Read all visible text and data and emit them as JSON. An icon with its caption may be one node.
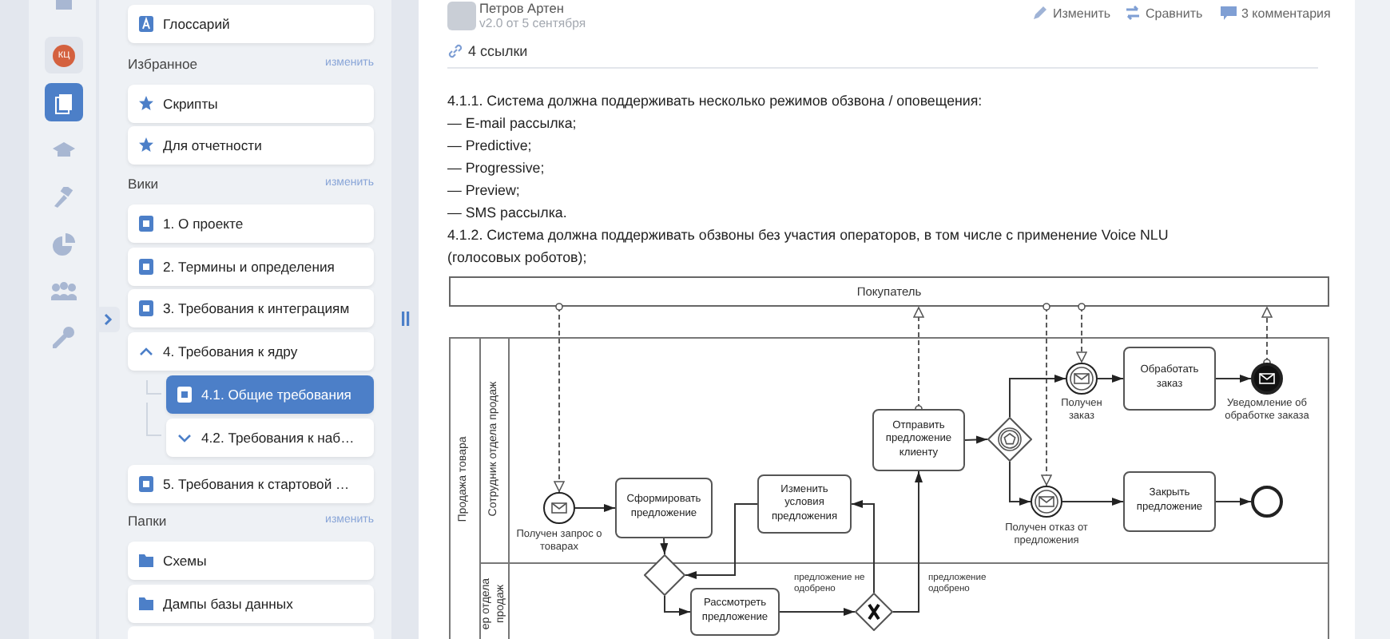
{
  "diagram": {
    "nodes": [
      {
        "text": [
          "Покупатель"
        ]
      },
      {
        "text": [
          "Продажа товара"
        ]
      },
      {
        "text": [
          "Сотрудник отдела продаж"
        ],
        "in": 1
      },
      {
        "text": [
          "ер отдела продаж"
        ],
        "in": 1
      },
      {
        "text": [],
        "shape": "circle",
        "beside": [
          "Получен запрос о товарах"
        ],
        "in": 2
      },
      {
        "text": [
          "Сформировать предложение"
        ],
        "in": 2
      },
      {
        "text": [],
        "shape": "diamond",
        "in": 1
      },
      {
        "text": [
          "Изменить условия предложения"
        ],
        "in": 2
      },
      {
        "text": [
          "Отправить предложение клиенту"
        ],
        "in": 2
      },
      {
        "text": [],
        "shape": "diamond",
        "in": 2
      },
      {
        "text": [],
        "shape": "circle",
        "beside": [
          "Получен заказ"
        ],
        "in": 2
      },
      {
        "text": [
          "Обработать заказ"
        ],
        "in": 2
      },
      {
        "text": [],
        "shape": "circle",
        "beside": [
          "Уведомление об обработке заказа"
        ],
        "in": 2
      },
      {
        "text": [],
        "shape": "circle",
        "beside": [
          "Получен отказ от предложения"
        ],
        "in": 2
      },
      {
        "text": [
          "Закрыть предложение"
        ],
        "in": 2
      },
      {
        "text": [],
        "shape": "circle",
        "in": 2
      },
      {
        "text": [
          "Рассмотреть предложение"
        ],
        "in": 3
      },
      {
        "text": [],
        "shape": "diamond",
        "in": 3
      }
    ],
    "edges": [
      {
        "from": 0,
        "to": 4,
        "arrow": "to",
        "style": "dashed"
      },
      {
        "from": 4,
        "to": 5,
        "arrow": "to"
      },
      {
        "from": 5,
        "to": 6,
        "arrow": "to"
      },
      {
        "from": 6,
        "to": 16,
        "arrow": "to"
      },
      {
        "from": 7,
        "to": 6,
        "arrow": "to"
      },
      {
        "from": 16,
        "to": 17,
        "arrow": "to"
      },
      {
        "from": 17,
        "to": 7,
        "arrow": "to",
        "label": "предложение не одобрено"
      },
      {
        "from": 17,
        "to": 8,
        "arrow": "to",
        "label": "предложение одобрено"
      },
      {
        "from": 8,
        "to": 0,
        "arrow": "to",
        "style": "dashed"
      },
      {
        "from": 8,
        "to": 9,
        "arrow": "to"
      },
      {
        "from": 9,
        "to": 10,
        "arrow": "to"
      },
      {
        "from": 9,
        "to": 13,
        "arrow": "to"
      },
      {
        "from": 0,
        "to": 10,
        "arrow": "to",
        "style": "dashed"
      },
      {
        "from": 0,
        "to": 13,
        "arrow": "to",
        "style": "dashed"
      },
      {
        "from": 10,
        "to": 11,
        "arrow": "to"
      },
      {
        "from": 11,
        "to": 12,
        "arrow": "to"
      },
      {
        "from": 12,
        "to": 0,
        "arrow": "to",
        "style": "dashed"
      },
      {
        "from": 13,
        "to": 14,
        "arrow": "to"
      },
      {
        "from": 14,
        "to": 15,
        "arrow": "to"
      }
    ],
    "labels": [
      "КЦ",
      "Глоссарий",
      "Избранное",
      "изменить",
      "Скрипты",
      "Для отчетности",
      "Вики",
      "изменить",
      "1. О проекте",
      "2. Термины и определения",
      "3. Требования к интеграциям",
      "4. Требования к ядру",
      "4.1. Общие требования",
      "4.2. Требования к наб…",
      "5. Требования к стартовой …",
      "Папки",
      "изменить",
      "Схемы",
      "Дампы базы данных",
      "Петров Артен",
      "v2.0 от 5 сентября",
      "Изменить",
      "Сравнить",
      "3 комментария",
      "4 ссылки",
      "4.1.1. Система должна поддерживать несколько режимов обзвона / оповещения:",
      "— E-mail рассылка;",
      "— Predictive;",
      "— Progressive;",
      "— Preview;",
      "— SMS рассылка.",
      "4.1.2. Система должна поддерживать обзвоны без участия операторов, в том числе с применение Voice NLU (голосовых роботов);"
    ]
  }
}
